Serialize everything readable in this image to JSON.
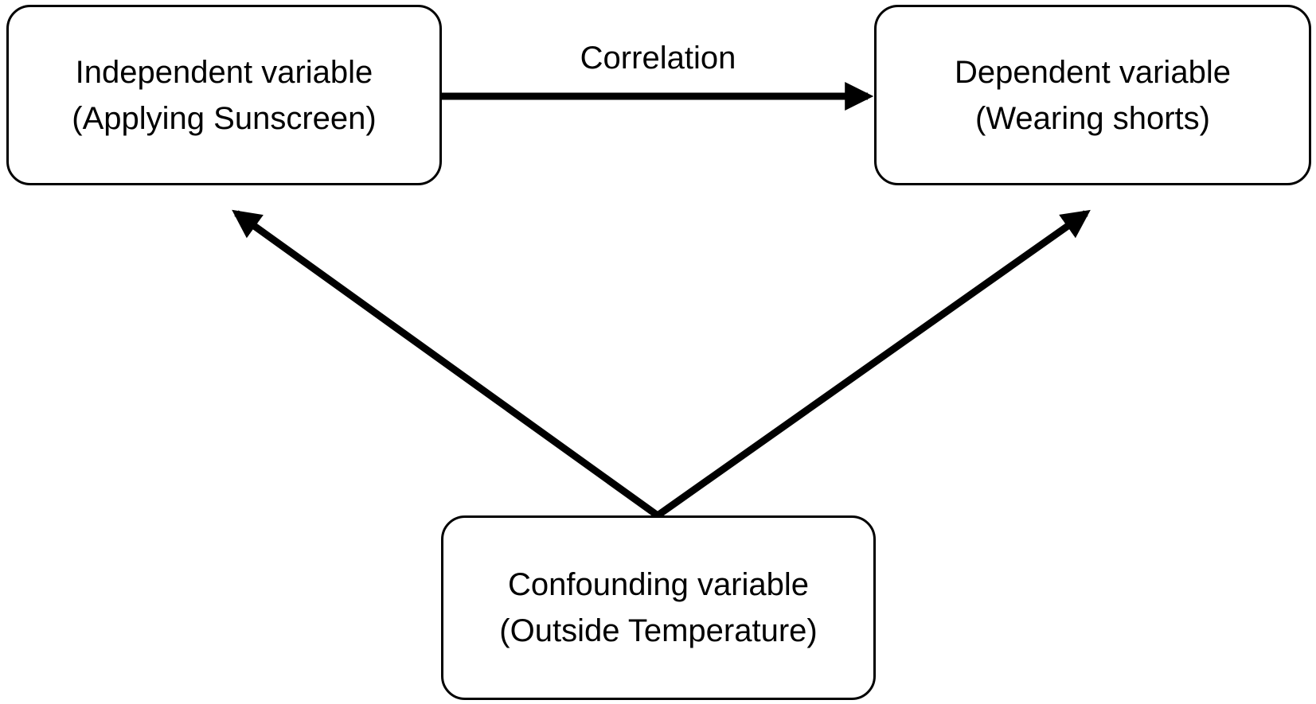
{
  "nodes": {
    "independent": {
      "line1": "Independent variable",
      "line2": "(Applying Sunscreen)"
    },
    "dependent": {
      "line1": "Dependent variable",
      "line2": "(Wearing shorts)"
    },
    "confounding": {
      "line1": "Confounding variable",
      "line2": "(Outside Temperature)"
    }
  },
  "edges": [
    {
      "from": "independent",
      "to": "dependent",
      "label": "Correlation"
    },
    {
      "from": "confounding",
      "to": "independent",
      "label": ""
    },
    {
      "from": "confounding",
      "to": "dependent",
      "label": ""
    }
  ],
  "colors": {
    "stroke": "#000000",
    "background": "#ffffff"
  }
}
